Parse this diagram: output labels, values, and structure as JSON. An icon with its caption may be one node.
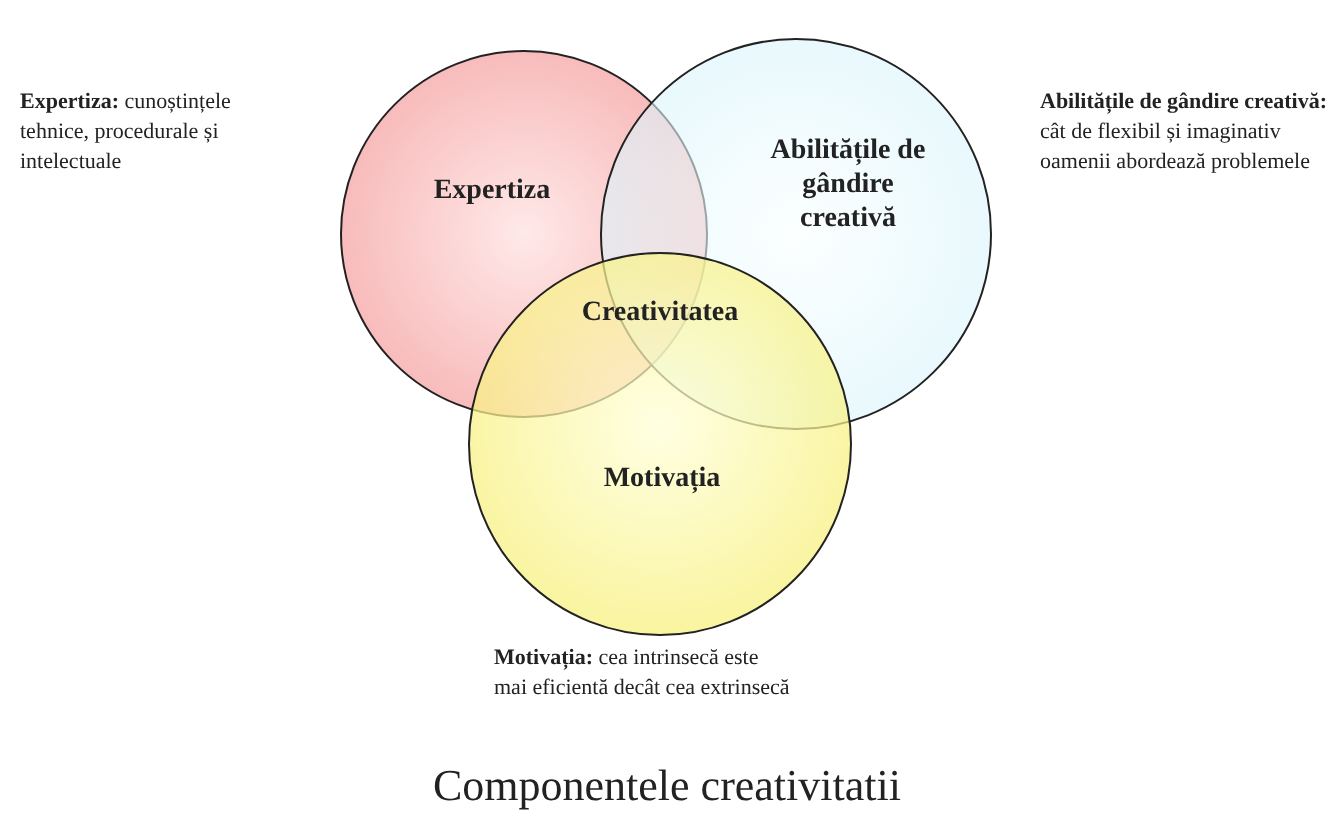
{
  "diagram": {
    "caption": "Componentele creativitatii",
    "nodes": [
      {
        "text": [
          "Expertiza"
        ]
      },
      {
        "text": [
          "Abilitățile de gândire creativă"
        ]
      },
      {
        "text": [
          "Motivația"
        ]
      }
    ],
    "labels": [
      "Creativitatea",
      "**Expertiza:** cunoștințele tehnice, procedurale și intelectuale",
      "**Abilitățile de gândire creativă:** cât de flexibil și imaginativ oamenii abordează problemele",
      "**Motivația:** cea intrinsecă este mai eficientă decât cea extrinsecă"
    ]
  }
}
